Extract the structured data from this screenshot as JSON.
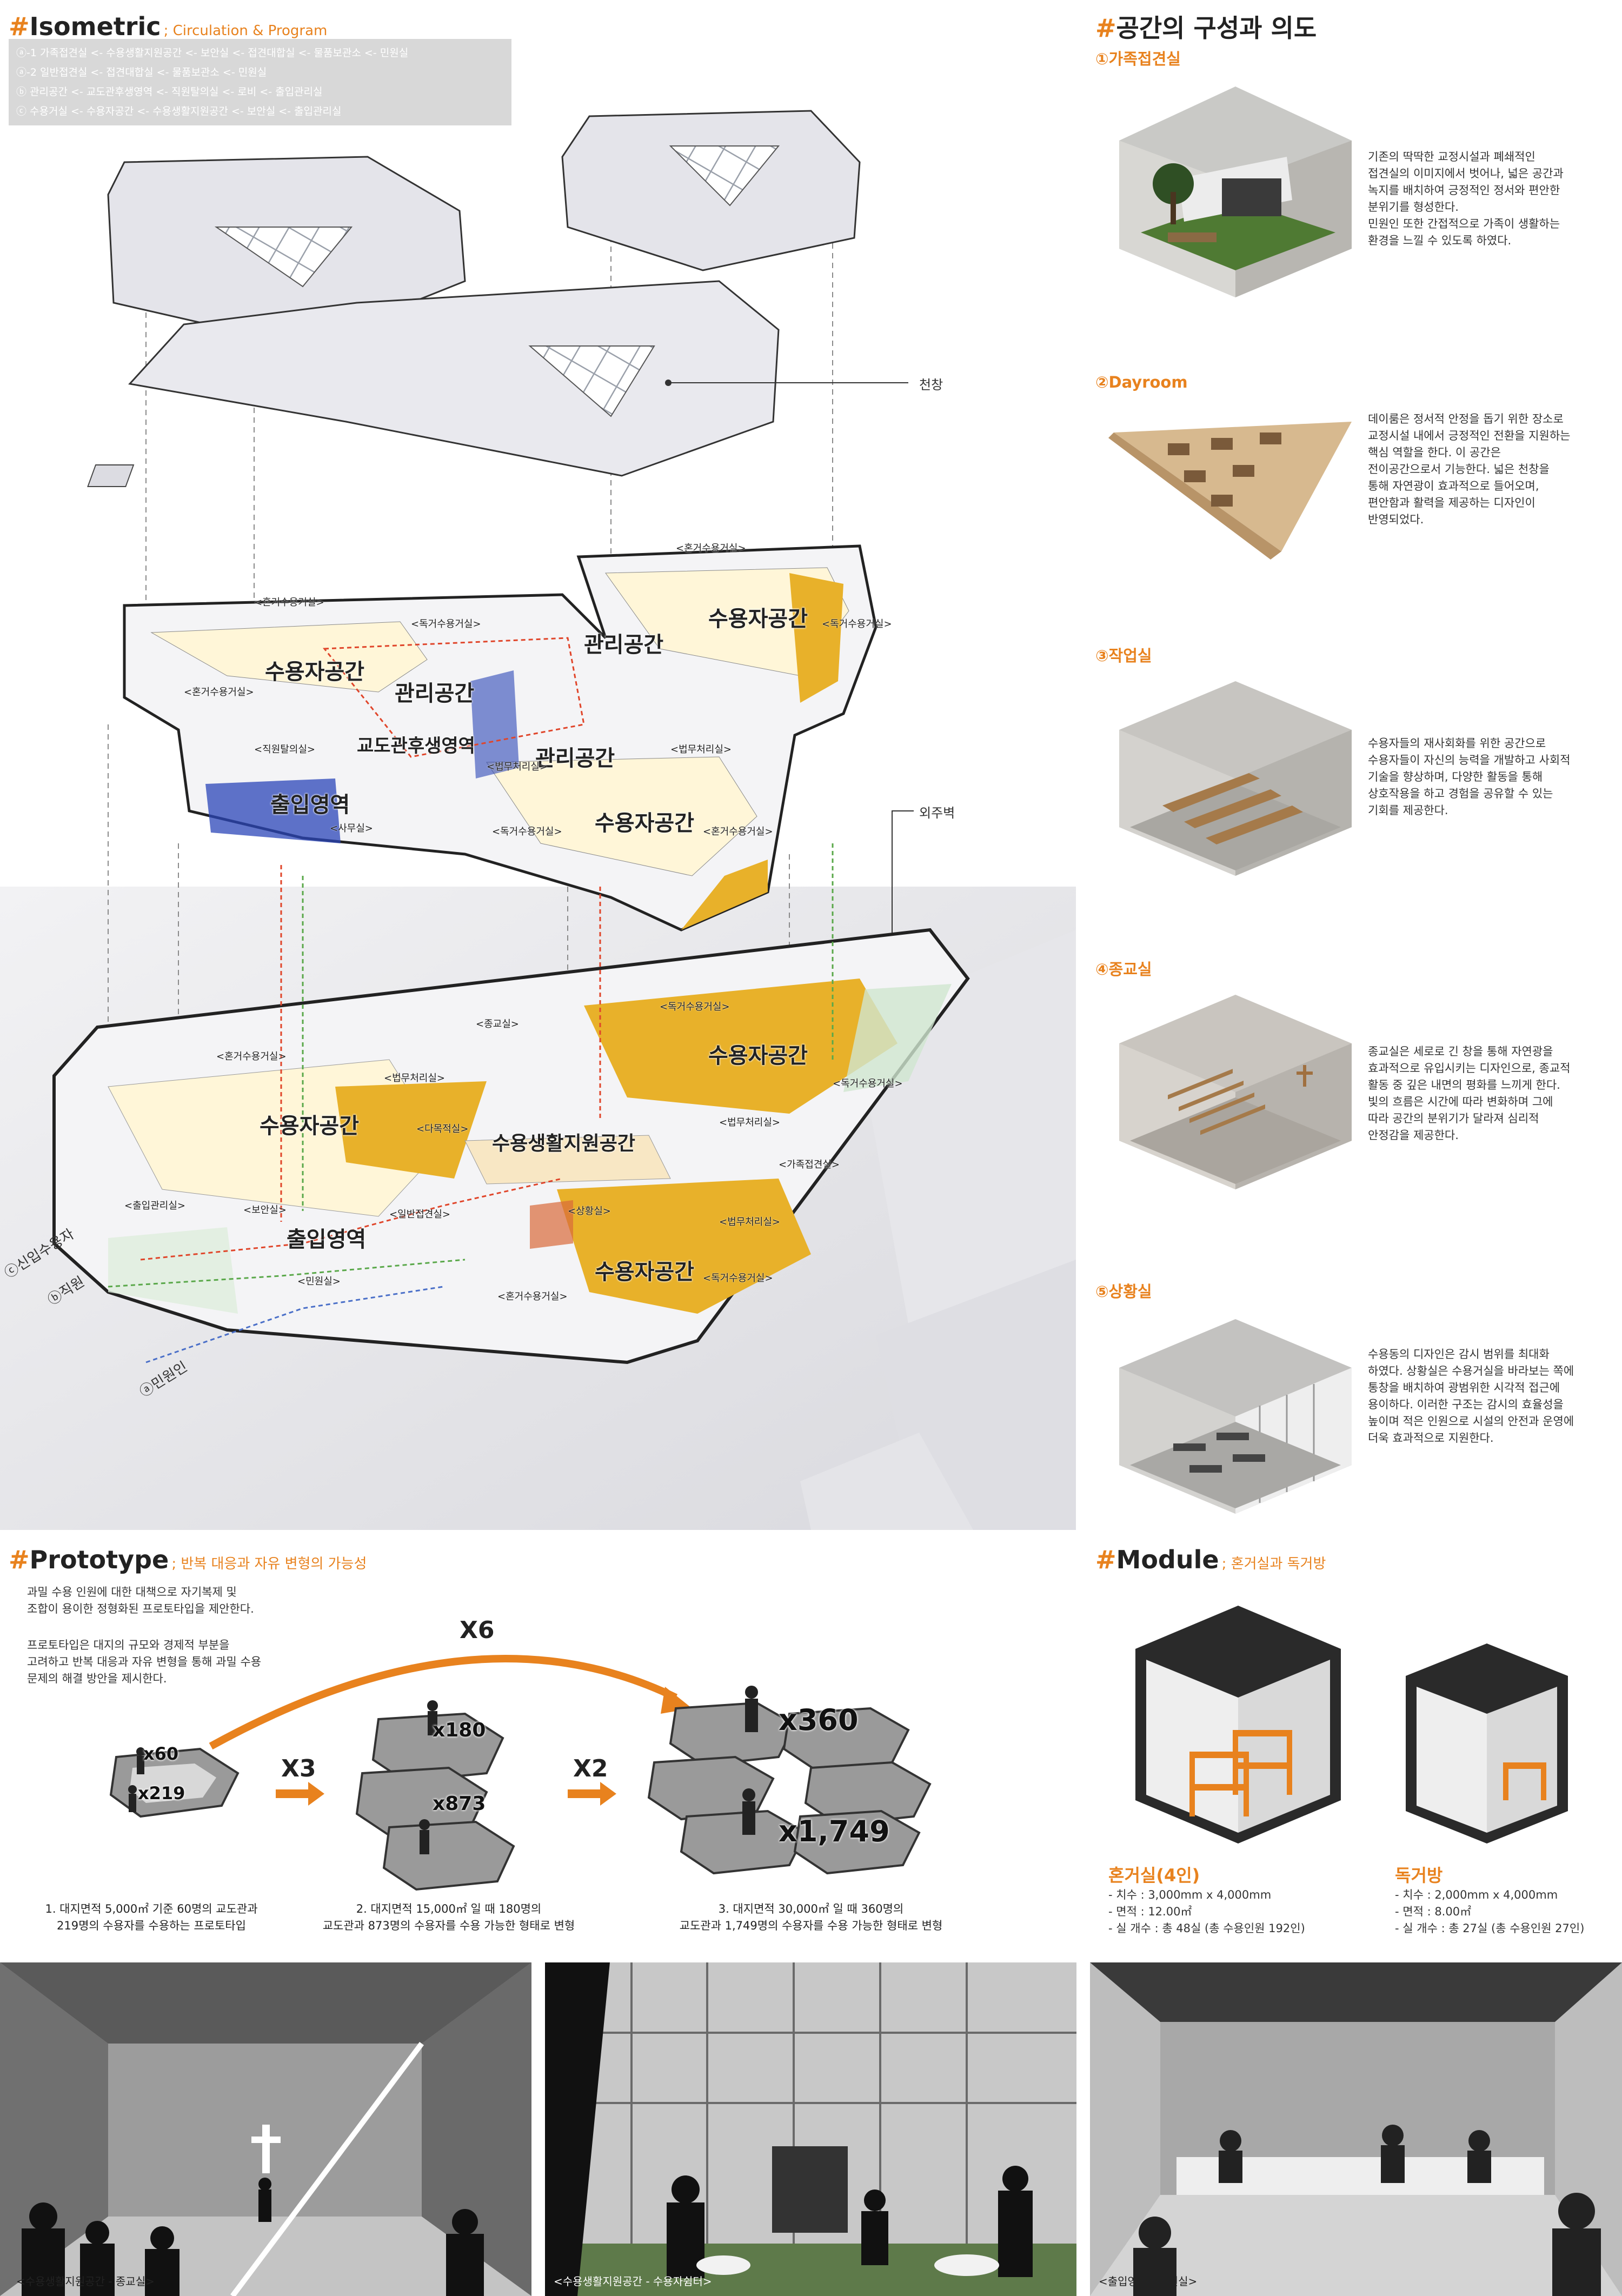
{
  "isometric": {
    "hash": "#",
    "title": "Isometric",
    "subtitle": "; Circulation & Program",
    "legend": [
      "ⓐ-1 가족접견실 <- 수용생활지원공간 <- 보안실 <- 접견대합실 <- 물품보관소 <- 민원실",
      "ⓐ-2 일반접견실 <- 접견대합실 <- 물품보관소 <- 민원실",
      "ⓑ 관리공간 <- 교도관후생영역 <- 직원탈의실 <- 로비 <- 출입관리실",
      "ⓒ 수용거실 <- 수용자공간 <- 수용생활지원공간 <- 보안실 <- 출입관리실"
    ],
    "callouts": {
      "skylight": "천창",
      "outer_wall": "외주벽"
    },
    "upper_zones": {
      "inmate1": "수용자공간",
      "inmate2": "수용자공간",
      "inmate3": "수용자공간",
      "mgmt1": "관리공간",
      "mgmt2": "관리공간",
      "mgmt3": "관리공간",
      "officer": "교도관후생영역",
      "entry": "출입영역"
    },
    "upper_rooms": {
      "r1": "<혼거수용거실>",
      "r2": "<독거수용거실>",
      "r3": "<혼거수용거실>",
      "r4": "<독거수용거실>",
      "r5": "<혼거수용거실>",
      "r6": "<직원탈의실>",
      "r7": "<사무실>",
      "r8": "<법무처리실>",
      "r9": "<독거수용거실>",
      "r10": "<혼거수용거실>",
      "r11": "<법무처리실>"
    },
    "lower_zones": {
      "inmate1": "수용자공간",
      "inmate2": "수용자공간",
      "inmate3": "수용자공간",
      "support": "수용생활지원공간",
      "entry": "출입영역"
    },
    "lower_rooms": {
      "r1": "<종교실>",
      "r2": "<혼거수용거실>",
      "r3": "<독거수용거실>",
      "r4": "<법무처리실>",
      "r5": "<독거수용거실>",
      "r6": "<다목적실>",
      "r7": "<법무처리실>",
      "r8": "<가족접견실>",
      "r9": "<출입관리실>",
      "r10": "<보안실>",
      "r11": "<일반접견실>",
      "r12": "<상황실>",
      "r13": "<법무처리실>",
      "r14": "<민원실>",
      "r15": "<혼거수용거실>",
      "r16": "<독거수용거실>"
    },
    "entrances": {
      "c": "ⓒ신입수용자",
      "b": "ⓑ직원",
      "a": "ⓐ민원인"
    }
  },
  "composition": {
    "hash": "#",
    "title": "공간의 구성과 의도",
    "items": [
      {
        "head": "①가족접견실",
        "lines": [
          "기존의 딱딱한 교정시설과 폐쇄적인",
          "접견실의 이미지에서 벗어나, 넓은 공간과",
          "녹지를 배치하여 긍정적인 정서와 편안한",
          "분위기를 형성한다.",
          "민원인 또한 간접적으로 가족이 생활하는",
          "환경을 느낄 수 있도록 하였다."
        ]
      },
      {
        "head": "②Dayroom",
        "lines": [
          "데이룸은 정서적 안정을 돕기 위한 장소로",
          "교정시설 내에서 긍정적인 전환을 지원하는",
          "핵심 역할을 한다. 이 공간은",
          "전이공간으로서 기능한다. 넓은 천창을",
          "통해 자연광이 효과적으로 들어오며,",
          "편안함과 활력을 제공하는 디자인이",
          "반영되었다."
        ]
      },
      {
        "head": "③작업실",
        "lines": [
          "수용자들의 재사회화를 위한 공간으로",
          "수용자들이 자신의 능력을 개발하고 사회적",
          "기술을 향상하며, 다양한 활동을 통해",
          "상호작용을 하고 경험을 공유할 수 있는",
          "기회를 제공한다."
        ]
      },
      {
        "head": "④종교실",
        "lines": [
          "종교실은 세로로 긴 창을 통해 자연광을",
          "효과적으로 유입시키는 디자인으로, 종교적",
          "활동 중 깊은 내면의 평화를 느끼게 한다.",
          "빛의 흐름은 시간에 따라 변화하며 그에",
          "따라 공간의 분위기가 달라져 심리적",
          "안정감을 제공한다."
        ]
      },
      {
        "head": "⑤상황실",
        "lines": [
          "수용동의 디자인은 감시 범위를 최대화",
          "하였다. 상황실은 수용거실을 바라보는 쪽에",
          "통창을 배치하여 광범위한 시각적 접근에",
          "용이하다. 이러한 구조는 감시의 효율성을",
          "높이며 적은 인원으로 시설의 안전과 운영에",
          "더욱 효과적으로 지원한다."
        ]
      }
    ]
  },
  "prototype": {
    "hash": "#",
    "title": "Prototype",
    "subtitle": "; 반복 대응과 자유 변형의 가능성",
    "para1": [
      "과밀 수용 인원에 대한 대책으로 자기복제 및",
      "조합이 용이한 정형화된 프로토타입을 제안한다."
    ],
    "para2": [
      "프로토타입은 대지의 규모와 경제적 부분을",
      "고려하고 반복 대응과 자유 변형을 통해 과밀 수용",
      "문제의 해결 방안을 제시한다."
    ],
    "x6": "X6",
    "x3": "X3",
    "x2": "X2",
    "units": [
      {
        "officers": "x60",
        "inmates": "x219",
        "caption": [
          "1. 대지면적 5,000㎡ 기준 60명의 교도관과",
          "219명의 수용자를 수용하는 프로토타입"
        ]
      },
      {
        "officers": "x180",
        "inmates": "x873",
        "caption": [
          "2. 대지면적 15,000㎡ 일 때 180명의",
          "교도관과 873명의 수용자를 수용 가능한 형태로 변형"
        ]
      },
      {
        "officers": "x360",
        "inmates": "x1,749",
        "caption": [
          "3. 대지면적 30,000㎡ 일 때 360명의",
          "교도관과 1,749명의 수용자를 수용 가능한 형태로 변형"
        ]
      }
    ]
  },
  "module": {
    "hash": "#",
    "title": "Module",
    "subtitle": "; 혼거실과 독거방",
    "shared": {
      "head": "혼거실(4인)",
      "lines": [
        "- 치수 : 3,000mm x 4,000mm",
        "- 면적 : 12.00㎡",
        "- 실 개수 : 총 48실 (총 수용인원 192인)"
      ]
    },
    "single": {
      "head": "독거방",
      "lines": [
        "- 치수 : 2,000mm x 4,000mm",
        "- 면적 : 8.00㎡",
        "- 실 개수 : 총 27실 (총 수용인원 27인)"
      ]
    }
  },
  "photos": [
    {
      "caption": "<수용생활지원공간 - 종교실>"
    },
    {
      "caption": "<수용생활지원공간 - 수용자쉼터>"
    },
    {
      "caption": "<출입영역 - 민원실>"
    }
  ],
  "colors": {
    "accent": "#e8821e",
    "yellow_zone": "#e8b12a",
    "blue_zone": "#2b46b8",
    "path_red": "#e0452a",
    "path_green": "#5aa84a",
    "path_blue": "#4a6fc8"
  }
}
